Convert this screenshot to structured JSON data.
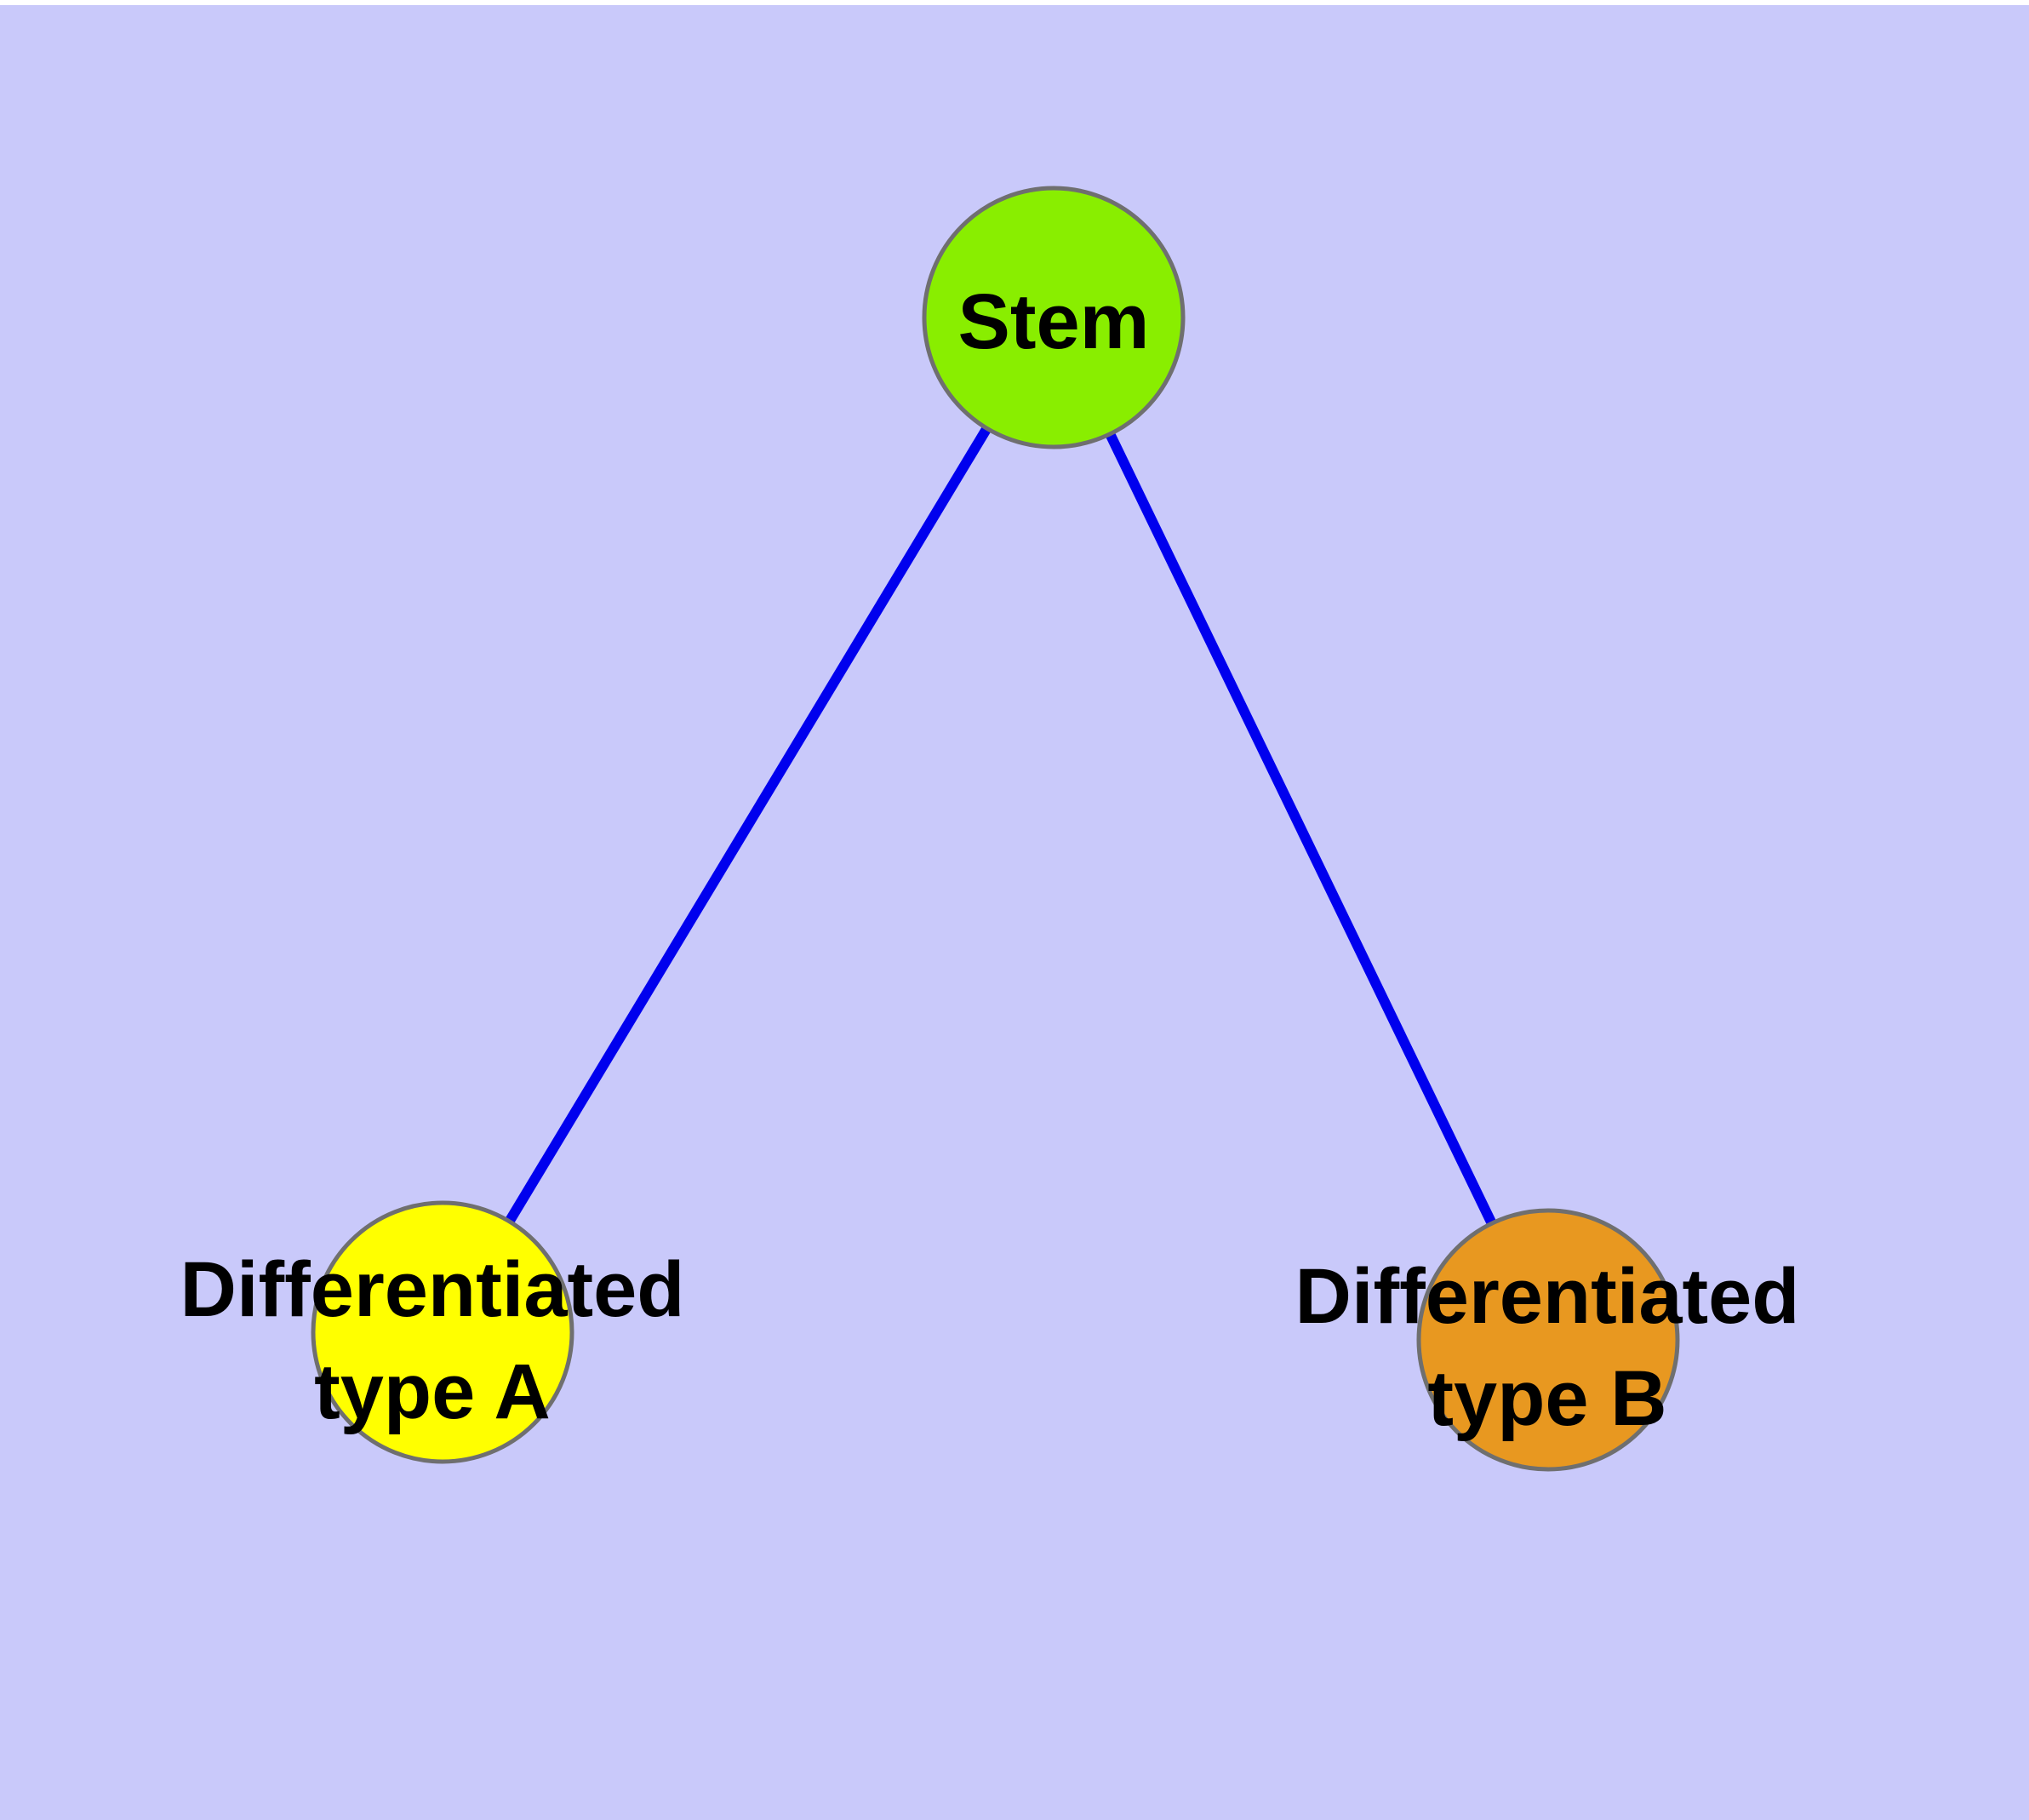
{
  "canvas": {
    "margin_color": "#FFFFFF",
    "background_color": "#C9C9FA"
  },
  "graph": {
    "nodes": [
      {
        "id": "stem",
        "label_lines": [
          "Stem"
        ],
        "fill_color": "#89EE00",
        "border_color": "#6F6F6F",
        "label_color": "#000000"
      },
      {
        "id": "differentiated-type-a",
        "label_lines": [
          "Differentiated",
          "type A"
        ],
        "fill_color": "#FFFF00",
        "border_color": "#6F6F6F",
        "label_color": "#000000"
      },
      {
        "id": "differentiated-type-b",
        "label_lines": [
          "Differentiated",
          "type B"
        ],
        "fill_color": "#E89820",
        "border_color": "#6F6F6F",
        "label_color": "#000000"
      }
    ],
    "edges": [
      {
        "from": "stem",
        "to": "differentiated-type-a",
        "color": "#0000EE"
      },
      {
        "from": "stem",
        "to": "differentiated-type-b",
        "color": "#0000EE"
      }
    ]
  }
}
